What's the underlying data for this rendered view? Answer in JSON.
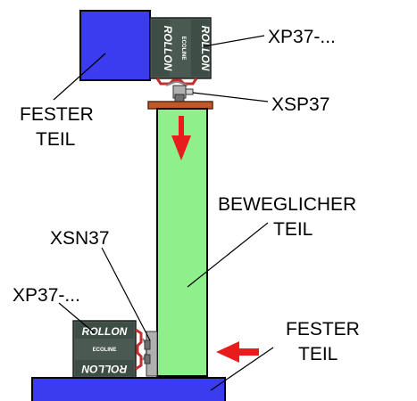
{
  "labels": {
    "fixed_part_top": [
      "FESTER",
      "TEIL"
    ],
    "fixed_part_bottom": [
      "FESTER",
      "TEIL"
    ],
    "moving_part": [
      "BEWEGLICHER",
      "TEIL"
    ],
    "xp37_top": "XP37-...",
    "xp37_bottom": "XP37-...",
    "xsp37": "XSP37",
    "xsn37": "XSN37"
  },
  "rail_brand": {
    "name": "ROLLON",
    "line": "ECOLINE"
  },
  "colors": {
    "fixed_block": "#3b3bf0",
    "moving_panel": "#8ef08a",
    "rail_body": "#4a5a52",
    "arrow": "#e81c1c",
    "top_plate": "#c0582a"
  },
  "icons": {
    "motion_arrow_down": "arrow-down-icon",
    "motion_arrow_left": "arrow-left-icon"
  }
}
